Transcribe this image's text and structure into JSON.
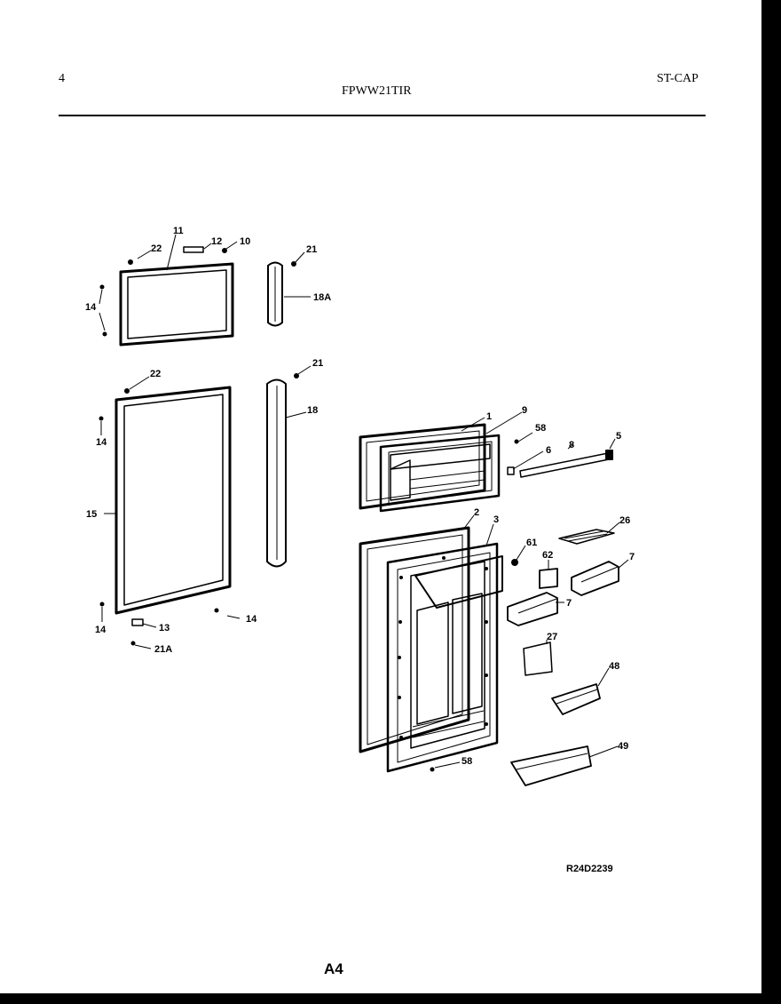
{
  "header": {
    "page_number": "4",
    "model": "FPWW21TIR",
    "section_code": "ST-CAP"
  },
  "diagram": {
    "callouts": {
      "c22a": "22",
      "c11": "11",
      "c12": "12",
      "c10": "10",
      "c21a": "21",
      "c18a": "18A",
      "c14a": "14",
      "c22b": "22",
      "c21b": "21",
      "c18": "18",
      "c14b": "14",
      "c15": "15",
      "c14c": "14",
      "c14d": "14",
      "c13": "13",
      "c21A": "21A",
      "c1": "1",
      "c9": "9",
      "c58a": "58",
      "c6a": "6",
      "c8": "8",
      "c5": "5",
      "c2": "2",
      "c3": "3",
      "c61": "61",
      "c62": "62",
      "c26": "26",
      "c7a": "7",
      "c7b": "7",
      "c27": "27",
      "c48": "48",
      "c49": "49",
      "c58b": "58"
    },
    "drawing_code": "R24D2239"
  },
  "footer": {
    "page_code": "A4"
  }
}
